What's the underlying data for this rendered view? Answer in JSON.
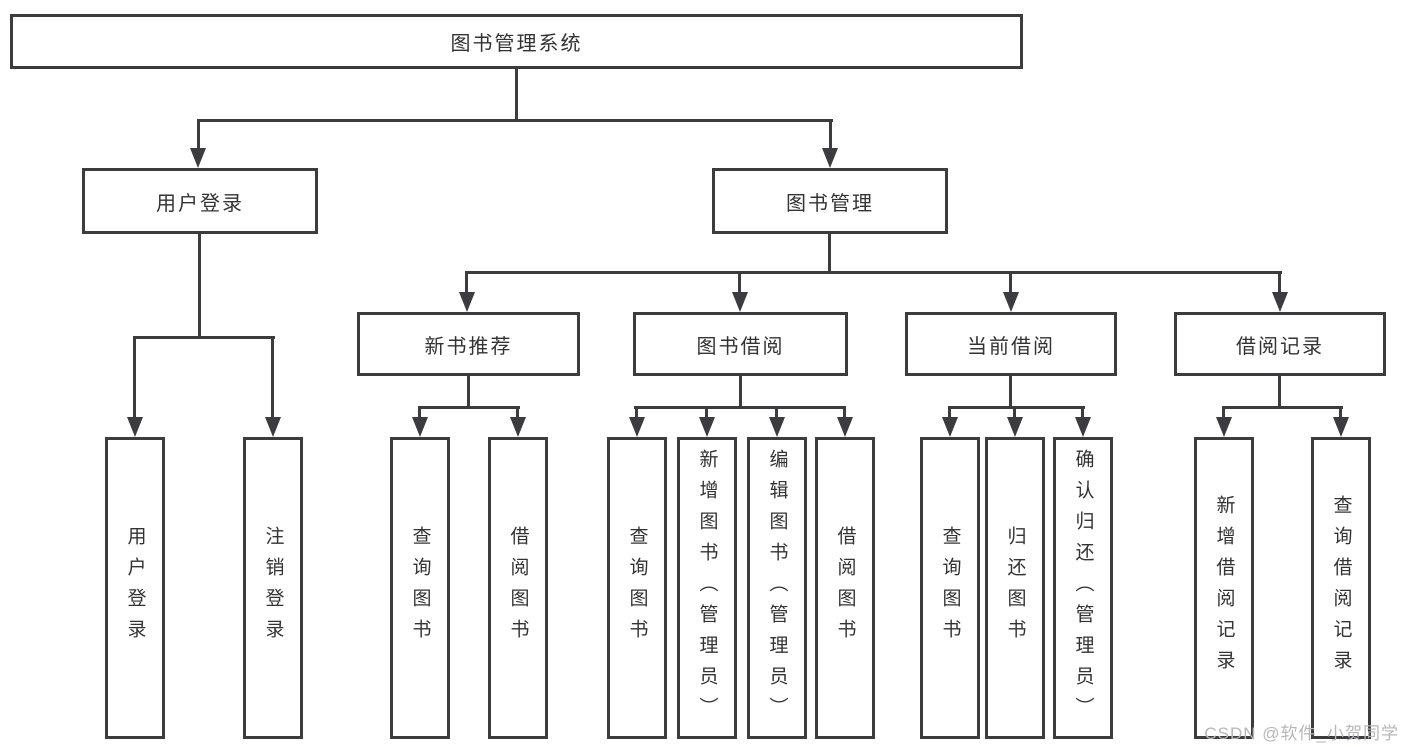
{
  "tree": {
    "label": "图书管理系统",
    "children": [
      {
        "label": "用户登录",
        "children": [
          {
            "label": "用户登录"
          },
          {
            "label": "注销登录"
          }
        ]
      },
      {
        "label": "图书管理",
        "children": [
          {
            "label": "新书推荐",
            "children": [
              {
                "label": "查询图书"
              },
              {
                "label": "借阅图书"
              }
            ]
          },
          {
            "label": "图书借阅",
            "children": [
              {
                "label": "查询图书"
              },
              {
                "label": "新增图书（管理员）"
              },
              {
                "label": "编辑图书（管理员）"
              },
              {
                "label": "借阅图书"
              }
            ]
          },
          {
            "label": "当前借阅",
            "children": [
              {
                "label": "查询图书"
              },
              {
                "label": "归还图书"
              },
              {
                "label": "确认归还（管理员）"
              }
            ]
          },
          {
            "label": "借阅记录",
            "children": [
              {
                "label": "新增借阅记录"
              },
              {
                "label": "查询借阅记录"
              }
            ]
          }
        ]
      }
    ]
  },
  "watermark": {
    "text": "CSDN @软件_小贺同学"
  },
  "colors": {
    "line": "#3b3b40",
    "text": "#333333",
    "watermark": "#b7b7b7",
    "background": "#ffffff"
  }
}
